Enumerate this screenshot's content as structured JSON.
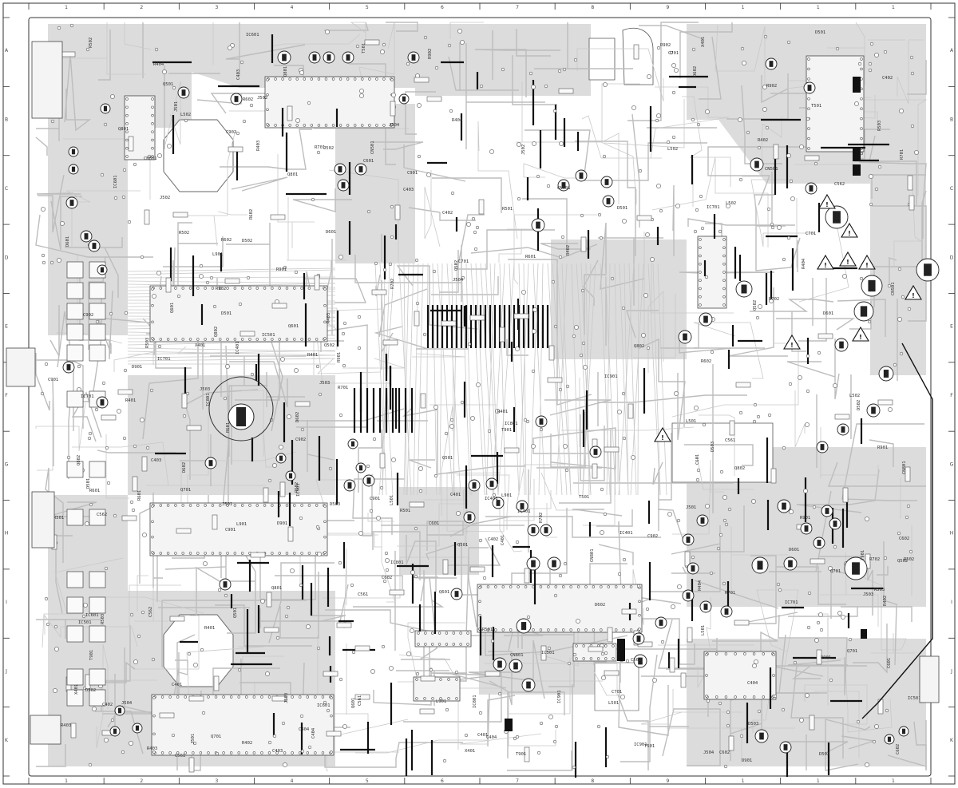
{
  "board": {
    "column_labels_top": [
      "1",
      "2",
      "3",
      "4",
      "5",
      "6",
      "7",
      "8",
      "9",
      "1",
      "1",
      "1"
    ],
    "column_labels_bottom": [
      "1",
      "2",
      "3",
      "4",
      "5",
      "6",
      "7",
      "8",
      "9",
      "1",
      "1",
      "1"
    ],
    "row_labels_left": [
      "A",
      "B",
      "C",
      "D",
      "E",
      "F",
      "G",
      "H",
      "I",
      "J",
      "K"
    ],
    "row_labels_right": [
      "A",
      "B",
      "C",
      "D",
      "E",
      "F",
      "G",
      "H",
      "I",
      "J",
      "K"
    ],
    "component_labels": [
      "Q801",
      "Q802",
      "IC801",
      "IC401",
      "IC501",
      "IC701",
      "T501",
      "C561",
      "C562",
      "R401",
      "R402",
      "R403",
      "R404",
      "D501",
      "D502",
      "D503",
      "L501",
      "L502",
      "C401",
      "C402",
      "C403",
      "C404",
      "R501",
      "R502",
      "R503",
      "Q501",
      "Q502",
      "CN801",
      "CN501",
      "X401",
      "J501",
      "J502",
      "J503",
      "J504",
      "R601",
      "R602",
      "C601",
      "C602",
      "IC601",
      "Q601",
      "D601",
      "D602",
      "R701",
      "R702",
      "C701",
      "Q701",
      "IC901",
      "C901",
      "R901",
      "D901",
      "L901",
      "T901",
      "C902",
      "R902"
    ],
    "warning_count": 9
  },
  "colors": {
    "copper": "#bdbdbd",
    "ground_fill": "#dcdcdc",
    "jumper": "#111111",
    "frame": "#333333"
  }
}
